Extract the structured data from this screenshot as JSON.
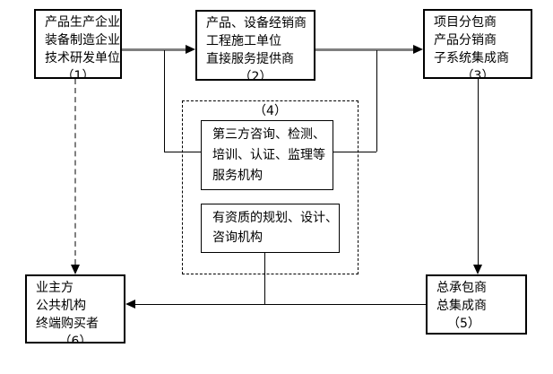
{
  "boxes": {
    "producers": {
      "line1": "产品生产企业",
      "line2": "装备制造企业",
      "line3": "技术研发单位",
      "number": "（1）"
    },
    "dealers": {
      "line1": "产品、设备经销商",
      "line2": "工程施工单位",
      "line3": "直接服务提供商",
      "number": "（2）"
    },
    "subcontractors": {
      "line1": "项目分包商",
      "line2": "产品分销商",
      "line3": "子系统集成商",
      "number": "（3）"
    },
    "services_group": {
      "label": "（4）"
    },
    "services_third_party": {
      "line1": "第三方咨询、检测、",
      "line2": "培训、认证、监理等",
      "line3": "服务机构"
    },
    "services_qualified": {
      "line1": "有资质的规划、设计、",
      "line2": "咨询机构"
    },
    "contractor": {
      "line1": "总承包商",
      "line2": "总集成商",
      "number": "（5）"
    },
    "owners": {
      "line1": "业主方",
      "line2": "公共机构",
      "line3": "终端购买者",
      "number": "（6）"
    }
  },
  "colors": {
    "background": "#ffffff",
    "text": "#000000",
    "box_border": "#000000",
    "thick_arrow_grey": "#808080",
    "dashed_arrow_grey": "#808080",
    "arrowhead_black": "#000000"
  }
}
